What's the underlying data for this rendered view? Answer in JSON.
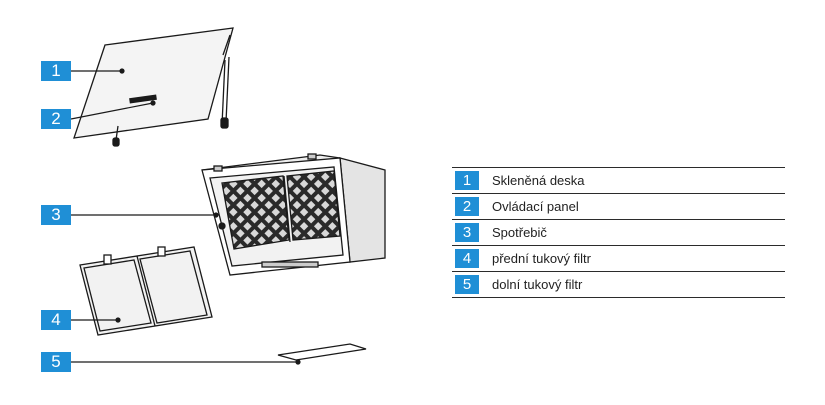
{
  "colors": {
    "callout": "#1f8fd6",
    "line": "#1a1a1a"
  },
  "callouts": [
    {
      "num": "1"
    },
    {
      "num": "2"
    },
    {
      "num": "3"
    },
    {
      "num": "4"
    },
    {
      "num": "5"
    }
  ],
  "legend": [
    {
      "num": "1",
      "label": "Skleněná deska"
    },
    {
      "num": "2",
      "label": "Ovládací panel"
    },
    {
      "num": "3",
      "label": "Spotřebič"
    },
    {
      "num": "4",
      "label": "přední tukový filtr"
    },
    {
      "num": "5",
      "label": "dolní tukový filtr"
    }
  ]
}
